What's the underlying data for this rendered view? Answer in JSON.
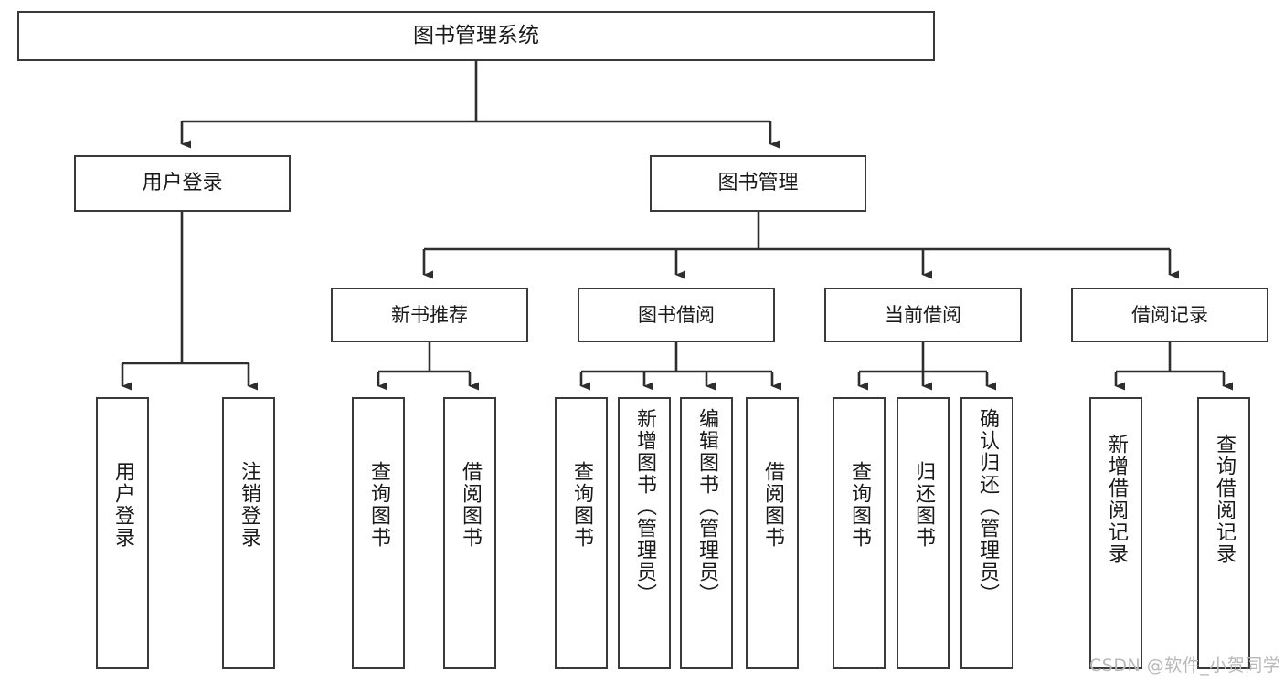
{
  "diagram": {
    "type": "tree-hierarchy",
    "title": "图书管理系统",
    "orientation": "top-down",
    "colors": {
      "box_border": "#3a3a3a",
      "box_fill": "#ffffff",
      "edge": "#2e2e2e",
      "text": "#1a1a1a",
      "watermark": "#b9b9b9",
      "canvas": "#ffffff"
    }
  },
  "root": {
    "label": "图书管理系统"
  },
  "level2": [
    {
      "label": "用户登录"
    },
    {
      "label": "图书管理"
    }
  ],
  "level3": [
    {
      "label": "新书推荐"
    },
    {
      "label": "图书借阅"
    },
    {
      "label": "当前借阅"
    },
    {
      "label": "借阅记录"
    }
  ],
  "leaves": {
    "user_login": [
      {
        "label": "用户登录"
      },
      {
        "label": "注销登录"
      }
    ],
    "new_book_recommend": [
      {
        "label": "查询图书"
      },
      {
        "label": "借阅图书"
      }
    ],
    "book_borrow": [
      {
        "label": "查询图书"
      },
      {
        "label": "新增图书（管理员）"
      },
      {
        "label": "编辑图书（管理员）"
      },
      {
        "label": "借阅图书"
      }
    ],
    "current_borrow": [
      {
        "label": "查询图书"
      },
      {
        "label": "归还图书"
      },
      {
        "label": "确认归还（管理员）"
      }
    ],
    "borrow_record": [
      {
        "label": "新增借阅记录"
      },
      {
        "label": "查询借阅记录"
      }
    ]
  },
  "watermark": {
    "text": "CSDN @软件_小贺同学"
  }
}
